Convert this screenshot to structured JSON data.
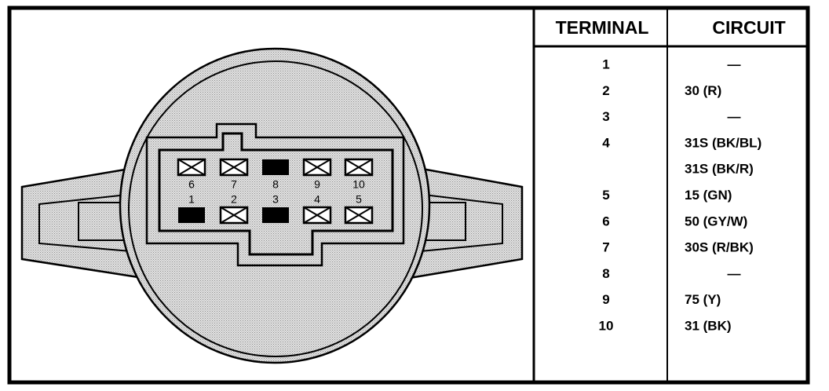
{
  "table": {
    "headers": {
      "terminal": "TERMINAL",
      "circuit": "CIRCUIT"
    },
    "rows": [
      {
        "terminal": "1",
        "circuit": "—"
      },
      {
        "terminal": "2",
        "circuit": "30 (R)"
      },
      {
        "terminal": "3",
        "circuit": "—"
      },
      {
        "terminal": "4",
        "circuit": "31S (BK/BL)"
      },
      {
        "terminal": "",
        "circuit": "31S (BK/R)"
      },
      {
        "terminal": "5",
        "circuit": "15 (GN)"
      },
      {
        "terminal": "6",
        "circuit": "50 (GY/W)"
      },
      {
        "terminal": "7",
        "circuit": "30S (R/BK)"
      },
      {
        "terminal": "8",
        "circuit": "—"
      },
      {
        "terminal": "9",
        "circuit": "75 (Y)"
      },
      {
        "terminal": "10",
        "circuit": "31 (BK)"
      }
    ]
  },
  "connector": {
    "top_row": [
      {
        "label": "6",
        "state": "open"
      },
      {
        "label": "7",
        "state": "open"
      },
      {
        "label": "8",
        "state": "solid"
      },
      {
        "label": "9",
        "state": "open"
      },
      {
        "label": "10",
        "state": "open"
      }
    ],
    "bottom_row": [
      {
        "label": "1",
        "state": "solid"
      },
      {
        "label": "2",
        "state": "open"
      },
      {
        "label": "3",
        "state": "solid"
      },
      {
        "label": "4",
        "state": "open"
      },
      {
        "label": "5",
        "state": "open"
      }
    ]
  },
  "colors": {
    "ink": "#000000",
    "shade": "#c9c9c9",
    "background": "#ffffff"
  }
}
